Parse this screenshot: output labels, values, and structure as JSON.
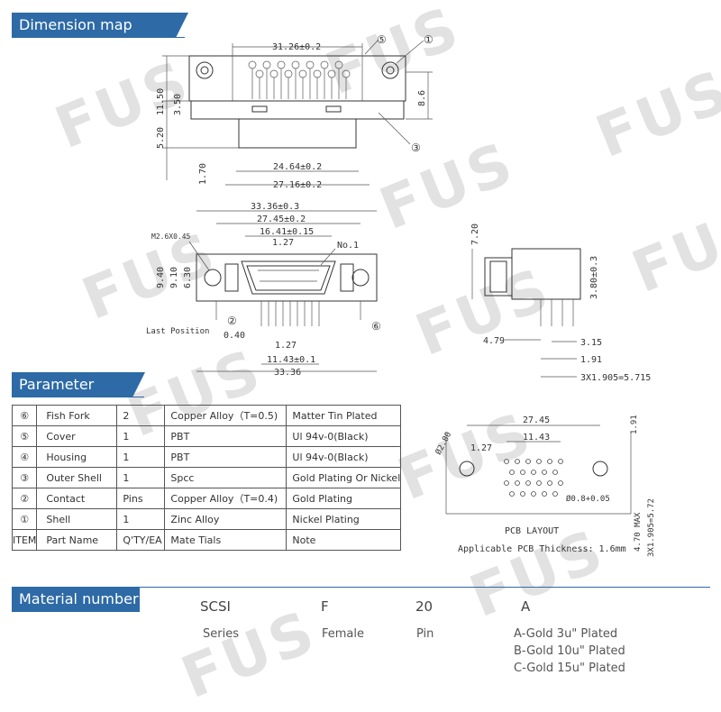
{
  "sections": {
    "dimension_map": "Dimension map",
    "parameter": "Parameter",
    "material_number": "Material number"
  },
  "watermark": "FUS",
  "drawing": {
    "top_view": {
      "d_width": "31.26±0.2",
      "d_bottom1": "24.64±0.2",
      "d_bottom2": "27.16±0.2",
      "d_h1": "11.50",
      "d_h2": "3.50",
      "d_h3": "5.20",
      "d_h4": "1.70",
      "d_right": "8.6",
      "callout_1": "①",
      "callout_3": "③",
      "callout_5": "⑤"
    },
    "front_view": {
      "d_top1": "33.36±0.3",
      "d_top2": "27.45±0.2",
      "d_top3": "16.41±0.15",
      "d_top4": "1.27",
      "screw": "M2.6X0.45",
      "no1": "No.1",
      "d_v1": "9.40",
      "d_v2": "9.10",
      "d_v3": "6.30",
      "last_position": "Last Position",
      "callout_2": "②",
      "callout_6": "⑥",
      "d_040": "0.40",
      "d_127": "1.27",
      "d_1143": "11.43±0.1",
      "d_3336": "33.36"
    },
    "side_view": {
      "d_720": "7.20",
      "d_380": "3.80±0.3",
      "d_479": "4.79",
      "d_315": "3.15",
      "d_191": "1.91",
      "d_3x": "3X1.905=5.715"
    },
    "pcb": {
      "d_2745": "27.45",
      "d_1143": "11.43",
      "d_127": "1.27",
      "d_280": "Ø2.80",
      "d_191": "1.91",
      "d_hole": "Ø0.8+0.05",
      "d_470": "4.70 MAX",
      "d_3x": "3X1.905=5.72",
      "layout": "PCB LAYOUT",
      "thickness": "Applicable PCB Thickness: 1.6mm"
    }
  },
  "parameter_table": [
    {
      "num": "⑥",
      "name": "Fish Fork",
      "qty": "2",
      "material": "Copper Alloy（T=0.5)",
      "note": "Matter Tin Plated"
    },
    {
      "num": "⑤",
      "name": "Cover",
      "qty": "1",
      "material": "PBT",
      "note": "Ul 94v-0(Black)"
    },
    {
      "num": "④",
      "name": "Housing",
      "qty": "1",
      "material": "PBT",
      "note": "Ul 94v-0(Black)"
    },
    {
      "num": "③",
      "name": "Outer Shell",
      "qty": "1",
      "material": "Spcc",
      "note": "Gold Plating Or Nickel"
    },
    {
      "num": "②",
      "name": "Contact",
      "qty": "Pins",
      "material": "Copper Alloy（T=0.4)",
      "note": "Gold Plating"
    },
    {
      "num": "①",
      "name": "Shell",
      "qty": "1",
      "material": "Zinc Alloy",
      "note": "Nickel Plating"
    },
    {
      "num": "ITEM",
      "name": "Part Name",
      "qty": "Q'TY/EA",
      "material": "Mate Tials",
      "note": "Note"
    }
  ],
  "material_number": {
    "codes": [
      "SCSI",
      "F",
      "20",
      "A"
    ],
    "labels": [
      "Series",
      "Female",
      "Pin"
    ],
    "plating": [
      "A-Gold 3u\" Plated",
      "B-Gold 10u\" Plated",
      "C-Gold 15u\" Plated"
    ]
  }
}
